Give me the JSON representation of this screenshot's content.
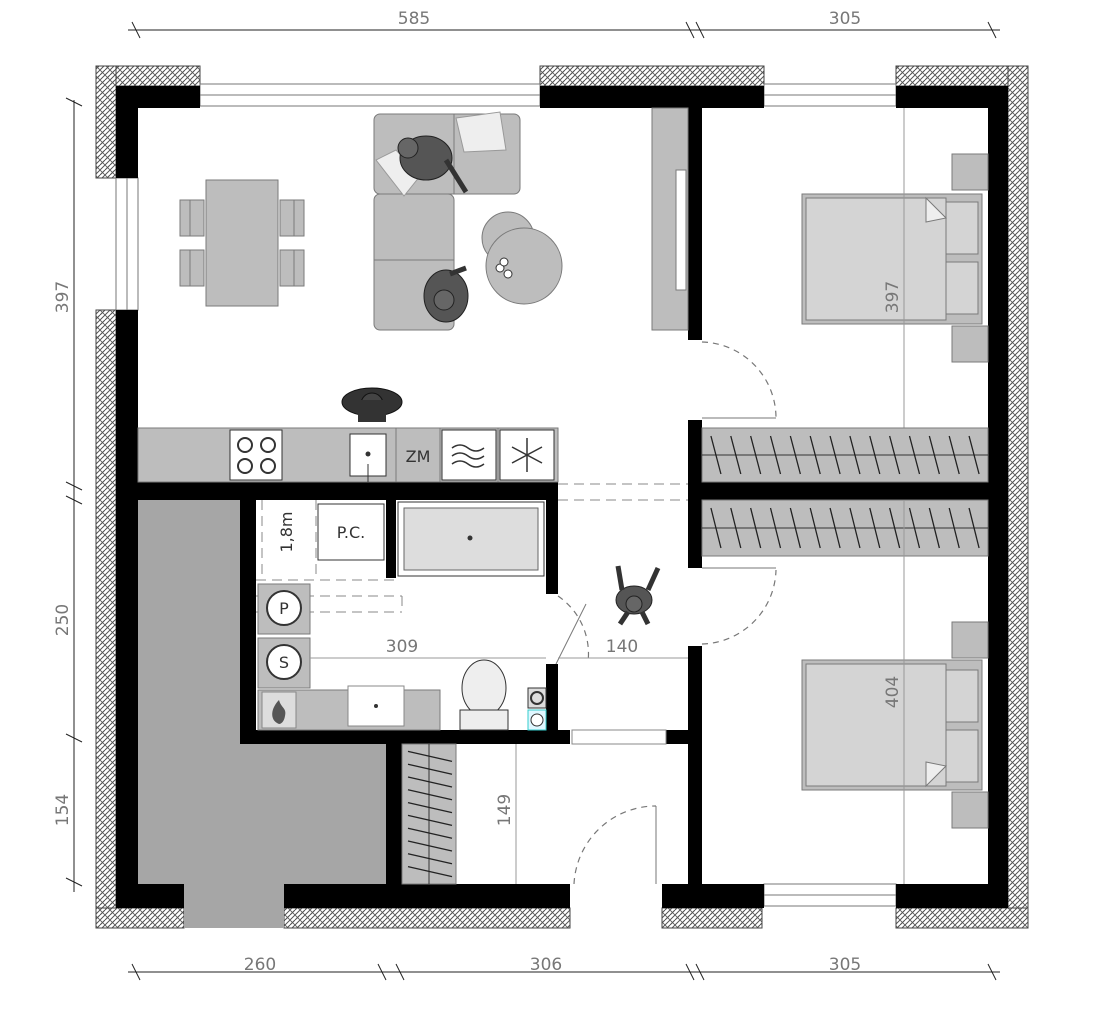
{
  "dimensions": {
    "top": [
      "585",
      "305"
    ],
    "bottom": [
      "260",
      "306",
      "305"
    ],
    "left": [
      "397",
      "250",
      "154"
    ]
  },
  "room_labels": {
    "bedroom_upper_width": "397",
    "bedroom_lower_width": "404",
    "hall_width": "140",
    "bathroom_width": "309",
    "entry_depth": "149",
    "bath_height_mark": "1,8m",
    "shower_tray": "P.C.",
    "appliance_freezer": "ZM",
    "washer_mark": "P",
    "dryer_mark": "S"
  },
  "colors": {
    "wall": "#000000",
    "furniture": "#bdbdbd",
    "terrace": "#a6a6a6",
    "insulation_hatch": "#666666"
  },
  "icons": [
    "person-icon",
    "cooktop-icon",
    "sink-icon",
    "wave-icon",
    "snowflake-icon",
    "fire-icon",
    "toilet-icon"
  ]
}
